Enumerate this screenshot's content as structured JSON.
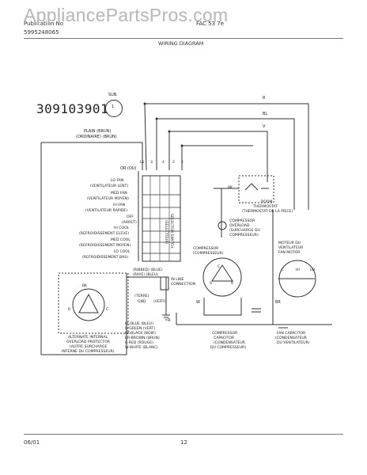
{
  "watermark": "AppliancePartsPros.com",
  "header": {
    "pub_label": "Publication No",
    "pub_number": "5995248065",
    "model_ref": "FAC 53 7e",
    "title": "WIRING DIAGRAM"
  },
  "diagram": {
    "code": "309103901",
    "sub_label": "SUB.",
    "sub_number": "1",
    "wire_top_labels": [
      "R",
      "BL",
      "V"
    ],
    "plain_label": "PLAIN (BRUN)",
    "plain_label_fr": "(ORDINAIRE) (BRUN)",
    "or_label": "OR (OU)",
    "terminal_labels": [
      "L1",
      "3",
      "4",
      "2",
      "1"
    ],
    "switch_modes": [
      "LO FAN",
      "(VENTILATEUR LENT)",
      "MED FAN",
      "(VENTILATEUR MOYEN)",
      "HI FAN",
      "(VENTILATEUR RAPIDE)",
      "OFF",
      "(ARRET)",
      "HI COOL",
      "(REFROIDISSEMENT ELEVE)",
      "MED COOL",
      "(REFROIDISSEMENT MOYEN)",
      "LO COOL",
      "(REFROIDISSEMENT BAS)"
    ],
    "selector_switch": "SELECTOR SWITCH",
    "selector_switch_fr": "(SELECTEUR)",
    "bk_label": "BK",
    "room_thermostat": [
      "ROOM",
      "THERMOSTAT",
      "(THERMOSTAT DE LA PIECE)"
    ],
    "compressor_overload": [
      "COMPRESSOR",
      "OVERLOAD",
      "(SURCHARGE DU",
      "COMPRESSEUR)"
    ],
    "compressor": [
      "COMPRESSOR",
      "(COMPRESSEUR)"
    ],
    "fan_motor": [
      "MOTEUR DU",
      "VENTILATEUR",
      "FAN MOTOR"
    ],
    "ribbed": "(RIBBED) (BLUE)",
    "ribbed_fr": "(RAYE) (BLEU)",
    "inline": [
      "IN LINE",
      "CONNECTION"
    ],
    "ground": [
      "(TERRE)",
      "GND"
    ],
    "vert": "(VERT)",
    "cap_codes": [
      "C",
      "S",
      "R"
    ],
    "fan_cap_codes": [
      "C",
      "HI",
      "LO"
    ],
    "wire_letters_bottom": [
      "W",
      "BR",
      "R"
    ],
    "capacitor_left": [
      "COMPRESSOR",
      "CAPACITOR",
      "(CONDENSATEUR",
      "DU COMPRESSEUR)"
    ],
    "capacitor_right": [
      "FAN CAPACITOR",
      "(CONDENSATEUR",
      "DU VENTILATEUR)"
    ],
    "overload_box_labels": [
      "BK",
      "R",
      "C"
    ],
    "overload_caption": [
      "ALTERNATE INTERNAL",
      "OVERLOAD PROTECTOR",
      "(AUTRE SURCHARGE",
      "INTERNE DU COMPRESSEUR)"
    ],
    "color_key": [
      "BL-BLUE (BLEU)",
      "G-GREEN (VERT)",
      "BK-BLACK (NOIR)",
      "BR-BROWN (BRUN)",
      "R-RED (ROUGE)",
      "W-WHITE (BLANC)"
    ]
  },
  "footer": {
    "date": "06/01",
    "page": "12"
  }
}
